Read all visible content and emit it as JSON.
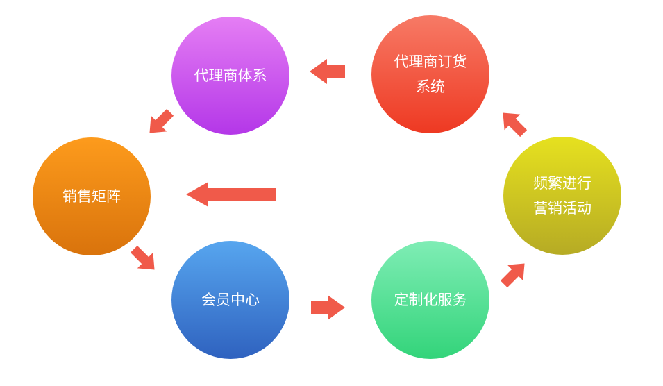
{
  "colors": {
    "arrow": "#f05a4a",
    "agent_system": "#c456ef",
    "order_system": "#f3503b",
    "sales_matrix": "#f08914",
    "marketing": "#ccc620",
    "member_center": "#4281d8",
    "custom_service": "#55e296"
  },
  "nodes": {
    "agent_system": {
      "lines": [
        "代理商体系"
      ]
    },
    "order_system": {
      "lines": [
        "代理商订货",
        "系统"
      ]
    },
    "sales_matrix": {
      "lines": [
        "销售矩阵"
      ]
    },
    "marketing": {
      "lines": [
        "频繁进行",
        "营销活动"
      ]
    },
    "member_center": {
      "lines": [
        "会员中心"
      ]
    },
    "custom_service": {
      "lines": [
        "定制化服务"
      ]
    }
  }
}
